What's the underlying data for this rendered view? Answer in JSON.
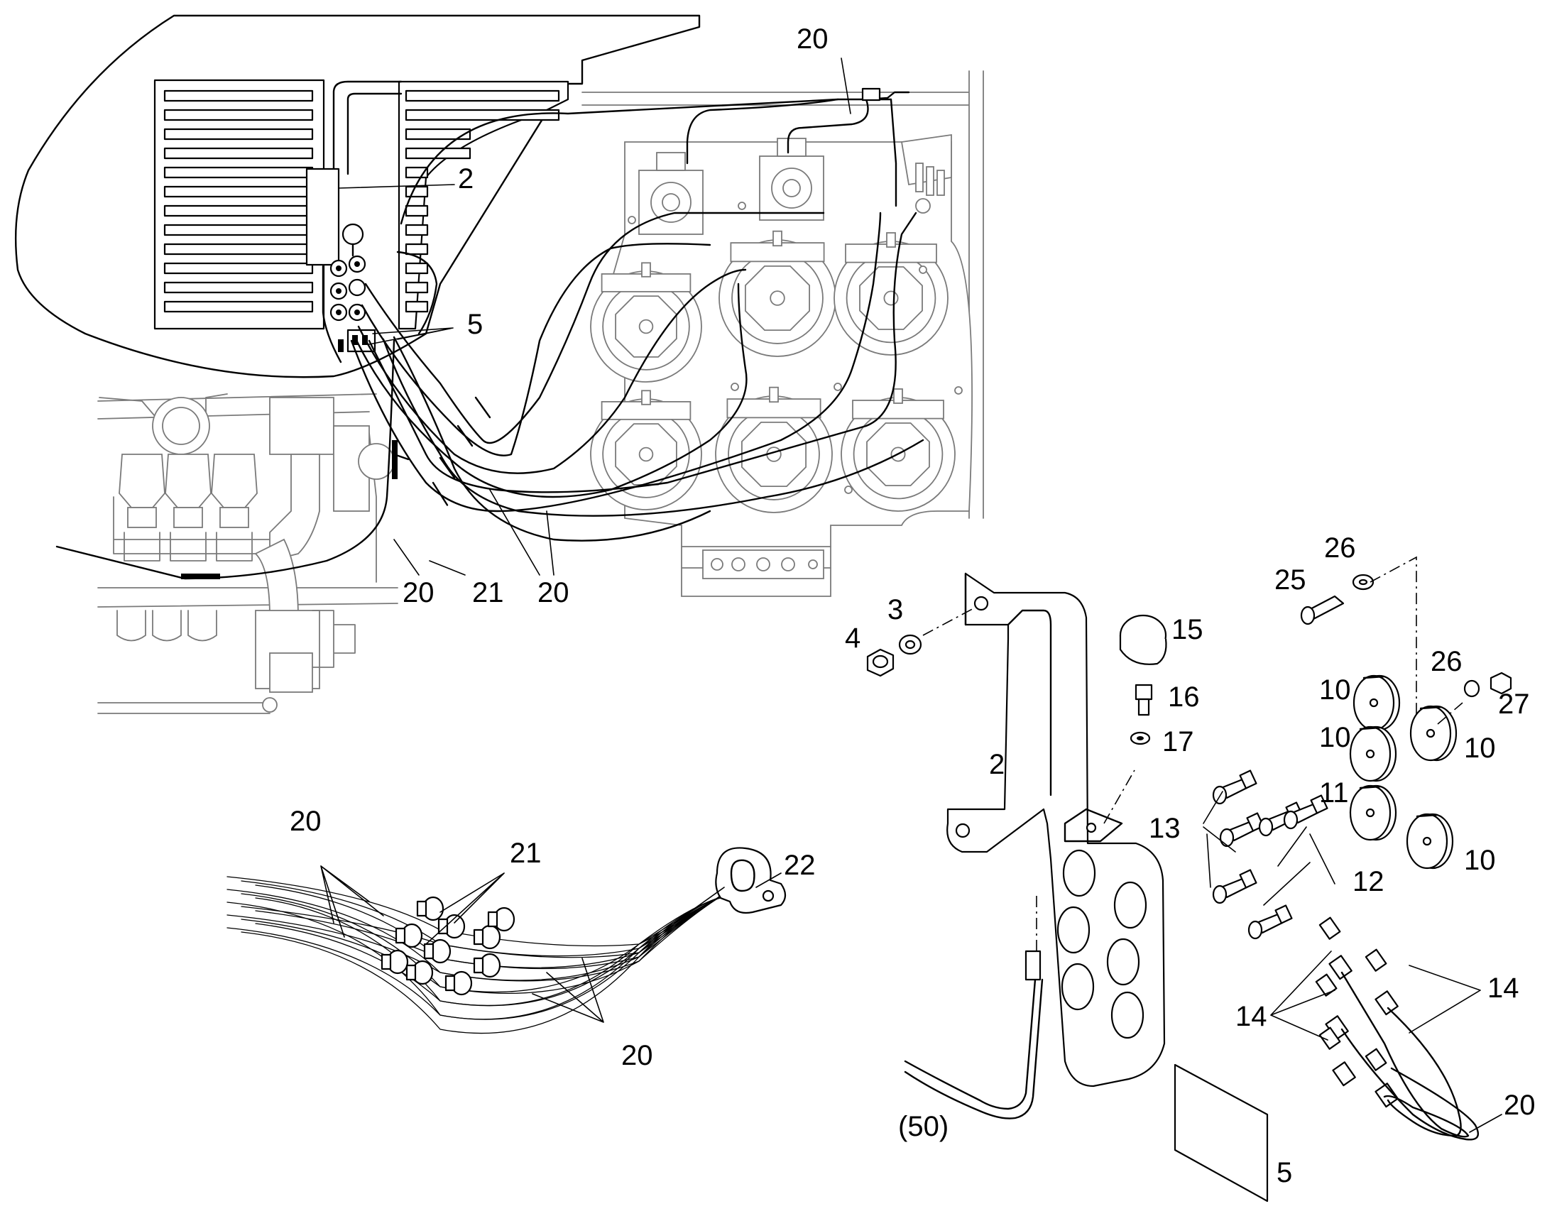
{
  "callouts": {
    "top_hose_20": "20",
    "bracket_2_top": "2",
    "plate_5_top": "5",
    "hose_20_a": "20",
    "hose_21": "21",
    "hose_20_b": "20",
    "bundle_20_top": "20",
    "bundle_21": "21",
    "clamp_22": "22",
    "bundle_20_bottom": "20",
    "nut_4": "4",
    "washer_3": "3",
    "bracket_2": "2",
    "ref_50": "(50)",
    "cap_15": "15",
    "fitting_16": "16",
    "washer_17": "17",
    "elbow_13": "13",
    "elbow_12": "12",
    "gauge_10_a": "10",
    "gauge_10_b": "10",
    "gauge_11": "11",
    "gauge_10_c": "10",
    "gauge_10_d": "10",
    "screw_25": "25",
    "washer_26_top": "26",
    "washer_26": "26",
    "nut_27": "27",
    "hose_fitting_14_left": "14",
    "hose_fitting_14_right": "14",
    "hose_20_loop": "20",
    "plate_5": "5"
  }
}
